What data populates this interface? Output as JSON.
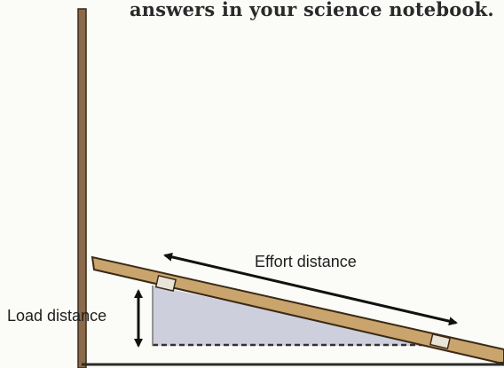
{
  "header": {
    "text": "answers in your science notebook."
  },
  "diagram": {
    "effort_label": "Effort distance",
    "load_label": "Load distance",
    "colors": {
      "ramp": "#c9a46c",
      "ramp_edge": "#3b2a17",
      "post": "#8a6a4a",
      "shade": "#c8cad8",
      "ground": "#2b2b2b",
      "arrow": "#111111"
    }
  }
}
